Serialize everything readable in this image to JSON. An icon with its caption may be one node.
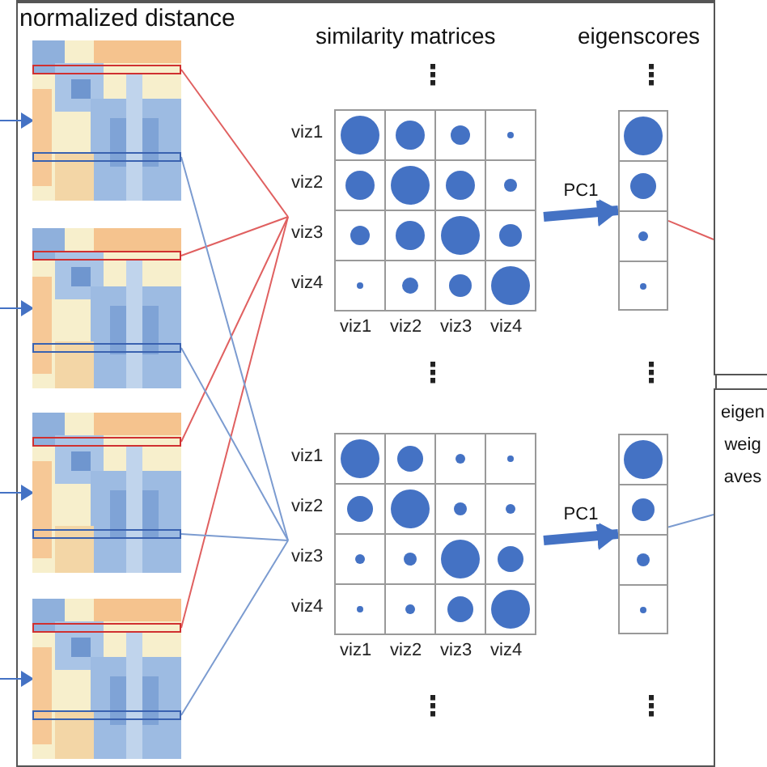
{
  "diagram": {
    "nodes": [
      {
        "text": [],
        "shape": "picture"
      },
      {
        "text": [],
        "shape": "box",
        "in": 0
      },
      {
        "text": [],
        "shape": "box",
        "in": 0
      },
      {
        "text": [],
        "shape": "picture"
      },
      {
        "text": [],
        "shape": "box",
        "in": 3
      },
      {
        "text": [],
        "shape": "box",
        "in": 3
      },
      {
        "text": [],
        "shape": "picture"
      },
      {
        "text": [],
        "shape": "box",
        "in": 6
      },
      {
        "text": [],
        "shape": "box",
        "in": 6
      },
      {
        "text": [],
        "shape": "picture"
      },
      {
        "text": [],
        "shape": "box",
        "in": 9
      },
      {
        "text": [],
        "shape": "box",
        "in": 9
      },
      {
        "text": [
          "viz1",
          "viz2",
          "viz3",
          "viz4",
          "viz1",
          "viz2",
          "viz3",
          "viz4"
        ]
      },
      {
        "text": [],
        "shape": "box"
      },
      {
        "text": [
          "viz1",
          "viz2",
          "viz3",
          "viz4",
          "viz1",
          "viz2",
          "viz3",
          "viz4"
        ]
      },
      {
        "text": [],
        "shape": "box"
      },
      {
        "text": [],
        "shape": "box"
      },
      {
        "text": [
          "eigen weig aves"
        ]
      }
    ],
    "edges": [
      {
        "from": 1,
        "to": 12,
        "arrow": "none",
        "color": "#e06060"
      },
      {
        "from": 4,
        "to": 12,
        "arrow": "none",
        "color": "#e06060"
      },
      {
        "from": 7,
        "to": 12,
        "arrow": "none",
        "color": "#e06060"
      },
      {
        "from": 10,
        "to": 12,
        "arrow": "none",
        "color": "#e06060"
      },
      {
        "from": 2,
        "to": 14,
        "arrow": "none",
        "color": "#7b9bd0"
      },
      {
        "from": 5,
        "to": 14,
        "arrow": "none",
        "color": "#7b9bd0"
      },
      {
        "from": 8,
        "to": 14,
        "arrow": "none",
        "color": "#7b9bd0"
      },
      {
        "from": 11,
        "to": 14,
        "arrow": "none",
        "color": "#7b9bd0"
      },
      {
        "from": 12,
        "to": 13,
        "arrow": "to",
        "label": "PC1",
        "style": "thick",
        "color": "#4472c4"
      },
      {
        "from": 14,
        "to": 15,
        "arrow": "to",
        "label": "PC1",
        "style": "thick",
        "color": "#4472c4"
      },
      {
        "from": 13,
        "to": 16,
        "arrow": "none",
        "color": "#e06060"
      },
      {
        "from": 15,
        "to": 17,
        "arrow": "none",
        "color": "#7b9bd0"
      },
      {
        "from": null,
        "to": 0,
        "arrow": "to",
        "color": "#4472c4"
      },
      {
        "from": null,
        "to": 3,
        "arrow": "to",
        "color": "#4472c4"
      },
      {
        "from": null,
        "to": 6,
        "arrow": "to",
        "color": "#4472c4"
      },
      {
        "from": null,
        "to": 9,
        "arrow": "to",
        "color": "#4472c4"
      }
    ],
    "labels": [
      "normalized distance",
      "similarity matrices",
      "eigenscores",
      "⋮",
      "⋮",
      "⋮",
      "⋮",
      "⋮",
      "⋮"
    ]
  }
}
